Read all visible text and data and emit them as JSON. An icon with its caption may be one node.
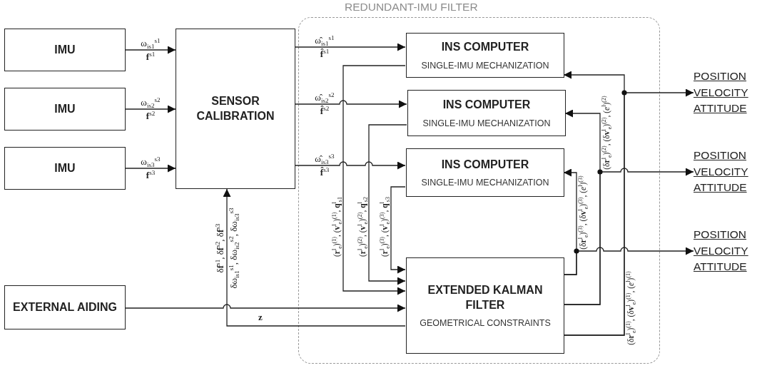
{
  "diagram": {
    "nodes": [
      {
        "text": [
          "IMU"
        ]
      },
      {
        "text": [
          "IMU"
        ]
      },
      {
        "text": [
          "IMU"
        ]
      },
      {
        "text": [
          "SENSOR CALIBRATION"
        ]
      },
      {
        "text": [
          "EXTERNAL AIDING"
        ]
      },
      {
        "text": [
          "REDUNDANT-IMU FILTER"
        ]
      },
      {
        "text": [
          "INS COMPUTER",
          "SINGLE-IMU MECHANIZATION"
        ],
        "in": 5
      },
      {
        "text": [
          "INS COMPUTER",
          "SINGLE-IMU MECHANIZATION"
        ],
        "in": 5
      },
      {
        "text": [
          "INS COMPUTER",
          "SINGLE-IMU MECHANIZATION"
        ],
        "in": 5
      },
      {
        "text": [
          "EXTENDED KALMAN FILTER",
          "GEOMETRICAL CONSTRAINTS"
        ],
        "in": 5
      },
      {
        "text": [
          "POSITION VELOCITY ATTITUDE"
        ]
      },
      {
        "text": [
          "POSITION VELOCITY ATTITUDE"
        ]
      },
      {
        "text": [
          "POSITION VELOCITY ATTITUDE"
        ]
      }
    ],
    "edges": [
      {
        "from": 0,
        "to": 3,
        "arrow": "to",
        "label": "ω$_{is1}$$^{s1}$ **f**$^{s1}$"
      },
      {
        "from": 1,
        "to": 3,
        "arrow": "to",
        "label": "ω$_{is2}$$^{s2}$ **f**$^{s2}$"
      },
      {
        "from": 2,
        "to": 3,
        "arrow": "to",
        "label": "ω$_{is3}$$^{s3}$ **f**$^{s3}$"
      },
      {
        "from": 3,
        "to": 6,
        "arrow": "to",
        "label": "ω̂$_{is1}$$^{s1}$ **f̂**$^{s1}$"
      },
      {
        "from": 3,
        "to": 7,
        "arrow": "to",
        "label": "ω̂$_{is2}$$^{s2}$ **f̂**$^{s2}$"
      },
      {
        "from": 3,
        "to": 8,
        "arrow": "to",
        "label": "ω̂$_{is3}$$^{s3}$ **f̂**$^{s3}$"
      },
      {
        "from": 9,
        "to": 3,
        "arrow": "to",
        "label": "δ**f**$^{s1}$, δ**f**$^{s2}$, δ**f**$^{s3}$ δω$_{is1}$$^{s1}$, δω$_{is2}$$^{s2}$, δω$_{is3}$$^{s3}$"
      },
      {
        "from": 4,
        "to": 9,
        "arrow": "to",
        "label": "z"
      },
      {
        "from": 6,
        "to": 9,
        "arrow": "to",
        "label": "(**r**$^{l}$$_{e}$)$^{(1)}$, (**v**$^{l}$$_{e}$)$^{(1)}$, **q**$^{l}$$_{s1}$"
      },
      {
        "from": 7,
        "to": 9,
        "arrow": "to",
        "label": "(**r**$^{l}$$_{e}$)$^{(2)}$, (**v**$^{l}$$_{e}$)$^{(2)}$, **q**$^{l}$$_{s2}$"
      },
      {
        "from": 8,
        "to": 9,
        "arrow": "to",
        "label": "(**r**$^{l}$$_{e}$)$^{(3)}$, (**v**$^{l}$$_{e}$)$^{(3)}$, **q**$^{l}$$_{s3}$"
      },
      {
        "from": 9,
        "to": 8,
        "arrow": "to",
        "label": "(δ**r**$^{l}$$_{e}$)$^{(3)}$, (δ**v**$^{l}$$_{e}$)$^{(3)}$, (*e*$^{l}$)$^{(3)}$"
      },
      {
        "from": 9,
        "to": 12,
        "arrow": "to"
      },
      {
        "from": 9,
        "to": 7,
        "arrow": "to",
        "label": "(δ**r**$^{l}$$_{e}$)$^{(2)}$, (δ**v**$^{l}$$_{e}$)$^{(2)}$, (*e*$^{l}$)$^{(2)}$"
      },
      {
        "from": 9,
        "to": 11,
        "arrow": "to"
      },
      {
        "from": 9,
        "to": 6,
        "arrow": "to",
        "label": "(δ**r**$^{l}$$_{e}$)$^{(1)}$, (δ**v**$^{l}$$_{e}$)$^{(1)}$, (*e*$^{l}$)$^{(1)}$"
      },
      {
        "from": 9,
        "to": 10,
        "arrow": "to"
      }
    ]
  }
}
